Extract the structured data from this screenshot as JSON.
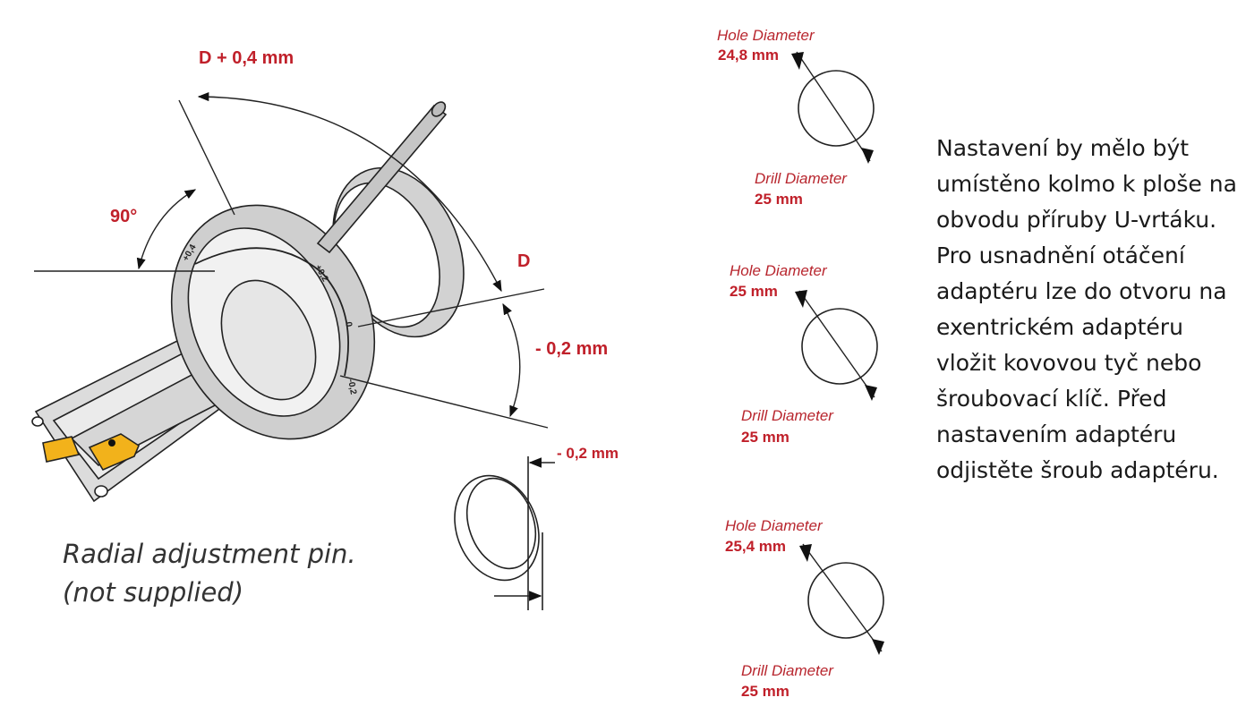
{
  "main_diagram": {
    "label_top": "D + 0,4 mm",
    "label_angle": "90°",
    "label_d": "D",
    "label_minus": "- 0,2 mm",
    "scale_ticks": [
      "+0,4",
      "+0,2",
      "0",
      "-0,2"
    ]
  },
  "offset_detail": {
    "label": "- 0,2 mm"
  },
  "caption": {
    "line1": "Radial adjustment pin.",
    "line2": "(not supplied)"
  },
  "settings": [
    {
      "hole_label": "Hole Diameter",
      "hole_value": "24,8 mm",
      "drill_label": "Drill Diameter",
      "drill_value": "25 mm"
    },
    {
      "hole_label": "Hole Diameter",
      "hole_value": "25 mm",
      "drill_label": "Drill Diameter",
      "drill_value": "25 mm"
    },
    {
      "hole_label": "Hole Diameter",
      "hole_value": "25,4 mm",
      "drill_label": "Drill Diameter",
      "drill_value": "25 mm"
    }
  ],
  "note": "Nastavení by mělo být umístěno kolmo k ploše na obvodu příruby U-vrtáku. Pro usnadnění otáčení adaptéru lze do otvoru na exentrickém adaptéru vložit kovovou tyč nebo šroubovací klíč. Před nastavením adaptéru odjistěte šroub adaptéru.",
  "colors": {
    "accent": "#c0202a",
    "insert": "#f2b21b",
    "metal": "#c9c9c9"
  }
}
